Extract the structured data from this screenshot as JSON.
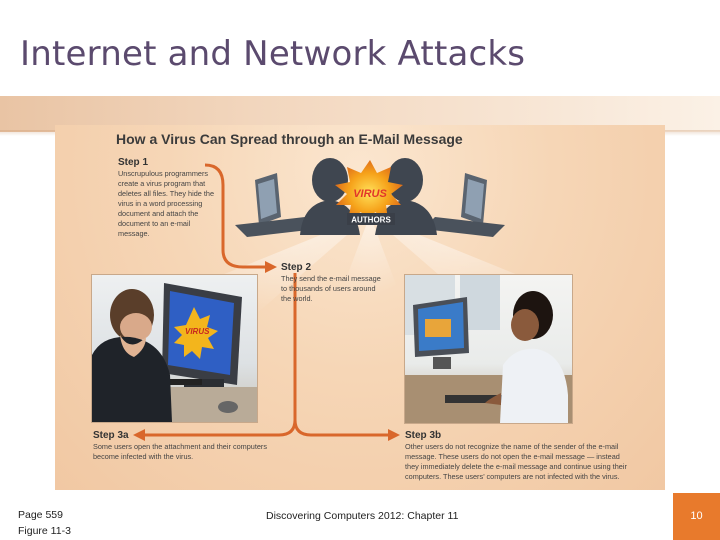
{
  "slide": {
    "title": "Internet and Network Attacks",
    "page_number": "10"
  },
  "figure": {
    "title": "How a Virus Can Spread through an E-Mail Message",
    "badge_text": "VIRUS",
    "authors_label": "AUTHORS",
    "monitor_virus_text": "VIRUS",
    "steps": {
      "step1": {
        "heading": "Step 1",
        "lines": [
          "Unscrupulous programmers",
          "create a virus program that",
          "deletes all files. They hide the",
          "virus in a word processing",
          "document and attach the",
          "document to an e-mail",
          "message."
        ]
      },
      "step2": {
        "heading": "Step 2",
        "lines": [
          "They send the e-mail message",
          "to thousands of users around",
          "the world."
        ]
      },
      "step3a": {
        "heading": "Step 3a",
        "lines": [
          "Some users open the attachment and their computers",
          "become infected with the virus."
        ]
      },
      "step3b": {
        "heading": "Step 3b",
        "lines": [
          "Other users do not recognize the name of the sender of the e-mail",
          "message. These users do not open the e-mail message — instead",
          "they immediately delete the e-mail message and continue using their",
          "computers. These users’ computers are not infected with the virus."
        ]
      }
    }
  },
  "footer": {
    "page_ref": "Page 559",
    "figure_ref": "Figure 11-3",
    "book": "Discovering Computers 2012: Chapter 11"
  },
  "colors": {
    "accent": "#e87a2c",
    "title": "#5b4a6e",
    "arrow": "#d9672b"
  }
}
